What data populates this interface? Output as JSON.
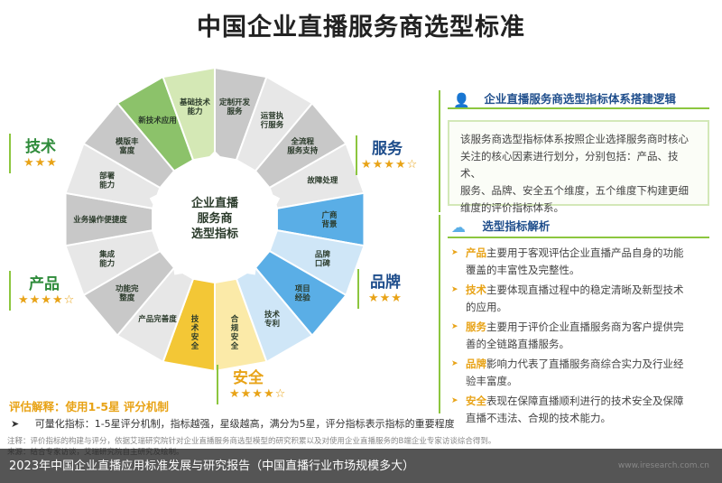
{
  "title": "中国企业直播服务商选型标准",
  "center_label": [
    "企业直播",
    "服务商",
    "选型指标"
  ],
  "dimensions": [
    {
      "label": "技术",
      "stars": "★★★"
    },
    {
      "label": "服务",
      "stars": "★★★★☆"
    },
    {
      "label": "产品",
      "stars": "★★★★☆"
    },
    {
      "label": "品牌",
      "stars": "★★★"
    },
    {
      "label": "安全",
      "stars": "★★★★☆"
    }
  ],
  "sectors": [
    {
      "lines": [
        "基础技术",
        "能力"
      ]
    },
    {
      "lines": [
        "新技术应用"
      ]
    },
    {
      "lines": [
        "运营执",
        "行服务"
      ]
    },
    {
      "lines": [
        "定制开发",
        "服务"
      ]
    },
    {
      "lines": [
        "全流程",
        "服务支持"
      ]
    },
    {
      "lines": [
        "故障处理"
      ]
    },
    {
      "lines": [
        "模版丰",
        "富度"
      ]
    },
    {
      "lines": [
        "部署",
        "能力"
      ]
    },
    {
      "lines": [
        "业务操作便捷度"
      ]
    },
    {
      "lines": [
        "功能完",
        "整度"
      ]
    },
    {
      "lines": [
        "集成",
        "能力"
      ]
    },
    {
      "lines": [
        "产品完善度"
      ]
    },
    {
      "lines": [
        "广商",
        "背景"
      ]
    },
    {
      "lines": [
        "品牌",
        "口碑"
      ]
    },
    {
      "lines": [
        "技术",
        "专利"
      ]
    },
    {
      "lines": [
        "项目",
        "经验"
      ]
    },
    {
      "lines": [
        "技",
        "术",
        "安",
        "全"
      ]
    },
    {
      "lines": [
        "合",
        "规",
        "安",
        "全"
      ]
    }
  ],
  "panel1": {
    "heading": "企业直播服务商选型指标体系搭建逻辑",
    "lines": [
      "该服务商选型指标体系按照企业选择服务商时核心",
      "关注的核心因素进行划分，分别包括：产品、技术、",
      "服务、品牌、安全五个维度，五个维度下构建更细",
      "维度的评价指标体系。"
    ]
  },
  "panel2": {
    "heading": "选型指标解析",
    "items": [
      {
        "name": "产品",
        "l1": "主要用于客观评估企业直播产品自身的功能",
        "l2": "覆盖的丰富性及完整性。"
      },
      {
        "name": "技术",
        "l1": "主要体现直播过程中的稳定清晰及新型技术",
        "l2": "的应用。"
      },
      {
        "name": "服务",
        "l1": "主要用于评价企业直播服务商为客户提供完",
        "l2": "善的全链路直播服务。"
      },
      {
        "name": "品牌",
        "l1": "影响力代表了直播服务商综合实力及行业经",
        "l2": "验丰富度。"
      },
      {
        "name": "安全",
        "l1": "表现在保障直播顺利进行的技术安全及保障",
        "l2": "直播不违法、合规的技术能力。"
      }
    ]
  },
  "evaluation": {
    "title": "评估解释：使用1-5星 评分机制",
    "bullet": "➤",
    "text": "可量化指标：1-5星评分机制，指标越强，星级越高，满分为5星，评分指标表示指标的重要程度"
  },
  "notes": [
    "注释：评价指标的构建与评分，依据艾瑞研究院针对企业直播服务商选型模型的研究积累以及对使用企业直播服务的B端企业专家访谈综合得到。",
    "来源：结合专家访谈，艾瑞研究院自主研究及绘制。"
  ],
  "credit": "www.iresearch.com.cn",
  "caption": "2023年中国企业直播应用标准发展与研究报告（中国直播行业市场规模多大）",
  "colors": {
    "green_dark": "#8cc26a",
    "green_light": "#d4e8b5",
    "blue": "#5aaee6",
    "blue_light": "#cfe6f7",
    "yellow": "#f3c736",
    "yellow_light": "#fbeaa8",
    "gray": "#c8c8c8",
    "gray_light": "#e7e7e7",
    "star": "#e8a317",
    "accent_blue": "#1f4e8c"
  }
}
